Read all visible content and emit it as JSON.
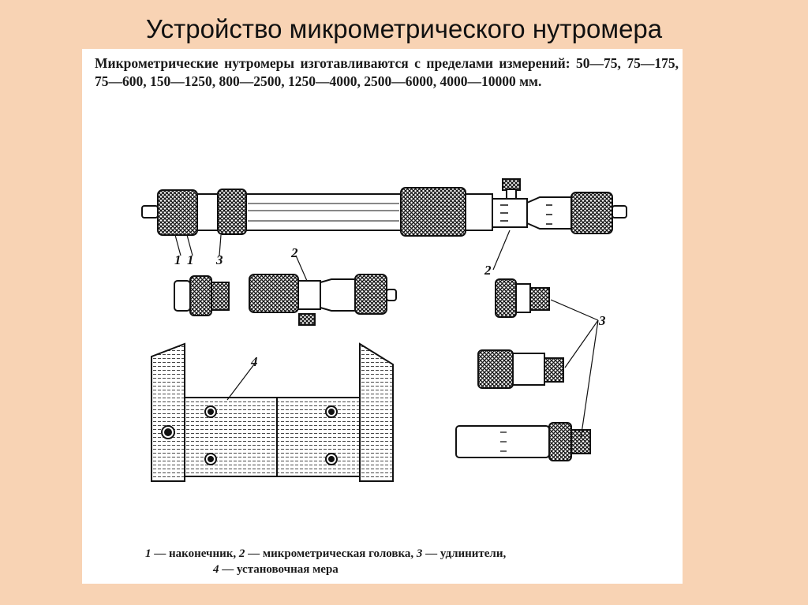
{
  "slide": {
    "title": "Устройство микрометрического нутромера"
  },
  "document": {
    "intro": "Микрометрические нутромеры изготавливаются с пределами измерений: 50—75, 75—175, 75—600, 150—1250, 800—2500, 1250—4000, 2500—6000, 4000—10000 мм.",
    "callouts": {
      "n1a": "1",
      "n1b": "1",
      "n3a": "3",
      "n2a": "2",
      "n2b": "2",
      "n3b": "3",
      "n4": "4"
    },
    "caption": {
      "k1": "1",
      "t1": " — наконечник, ",
      "k2": "2",
      "t2": " — микрометрическая головка, ",
      "k3": "3",
      "t3": " — удлинители,",
      "k4": "4",
      "t4": " — установочная мера"
    }
  }
}
